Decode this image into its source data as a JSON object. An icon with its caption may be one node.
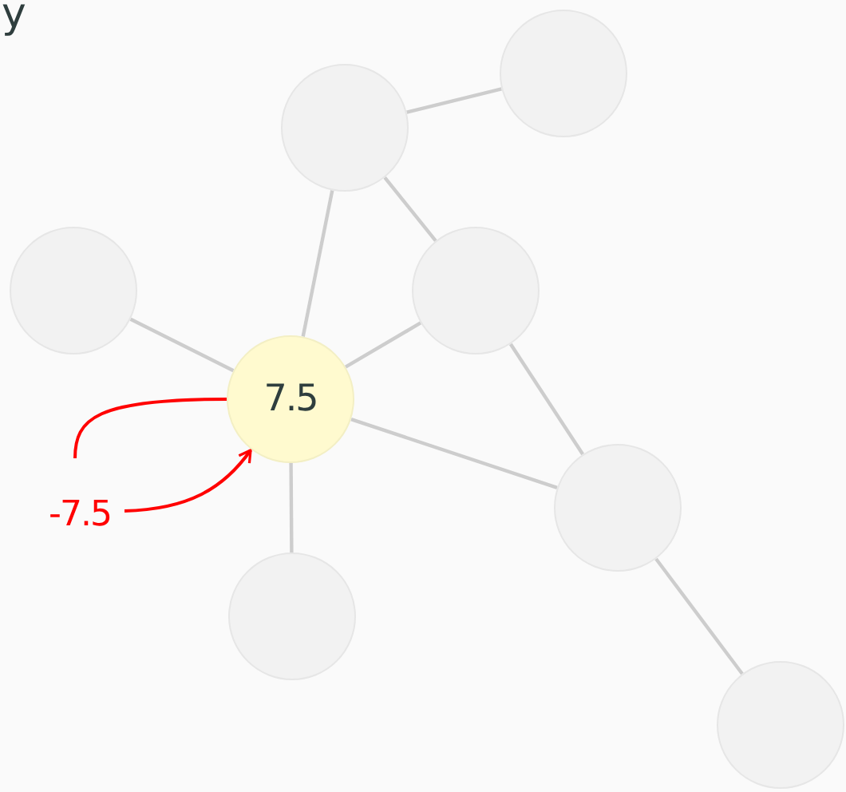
{
  "diagram": {
    "nodes": [
      {
        "text": [],
        "shape": "circle"
      },
      {
        "text": [],
        "shape": "circle"
      },
      {
        "text": [],
        "shape": "circle"
      },
      {
        "text": [],
        "shape": "circle"
      },
      {
        "text": [
          "7.5"
        ]
      },
      {
        "text": [
          "-7.5"
        ]
      },
      {
        "text": [],
        "shape": "circle"
      },
      {
        "text": [],
        "shape": "circle"
      },
      {
        "text": [],
        "shape": "circle"
      }
    ],
    "edges": [
      {
        "from": 0,
        "to": 1,
        "arrow": "none"
      },
      {
        "from": 0,
        "to": 4,
        "arrow": "none"
      },
      {
        "from": 0,
        "to": 3,
        "arrow": "none"
      },
      {
        "from": 2,
        "to": 4,
        "arrow": "none"
      },
      {
        "from": 3,
        "to": 4,
        "arrow": "none"
      },
      {
        "from": 3,
        "to": 6,
        "arrow": "none"
      },
      {
        "from": 4,
        "to": 6,
        "arrow": "none"
      },
      {
        "from": 4,
        "to": 7,
        "arrow": "none"
      },
      {
        "from": 6,
        "to": 8,
        "arrow": "none"
      },
      {
        "from": 4,
        "to": 5,
        "arrow": "none",
        "color": "#ff0000"
      },
      {
        "from": 5,
        "to": 4,
        "arrow": "to",
        "color": "#ff0000"
      }
    ],
    "labels": [
      "y"
    ]
  }
}
